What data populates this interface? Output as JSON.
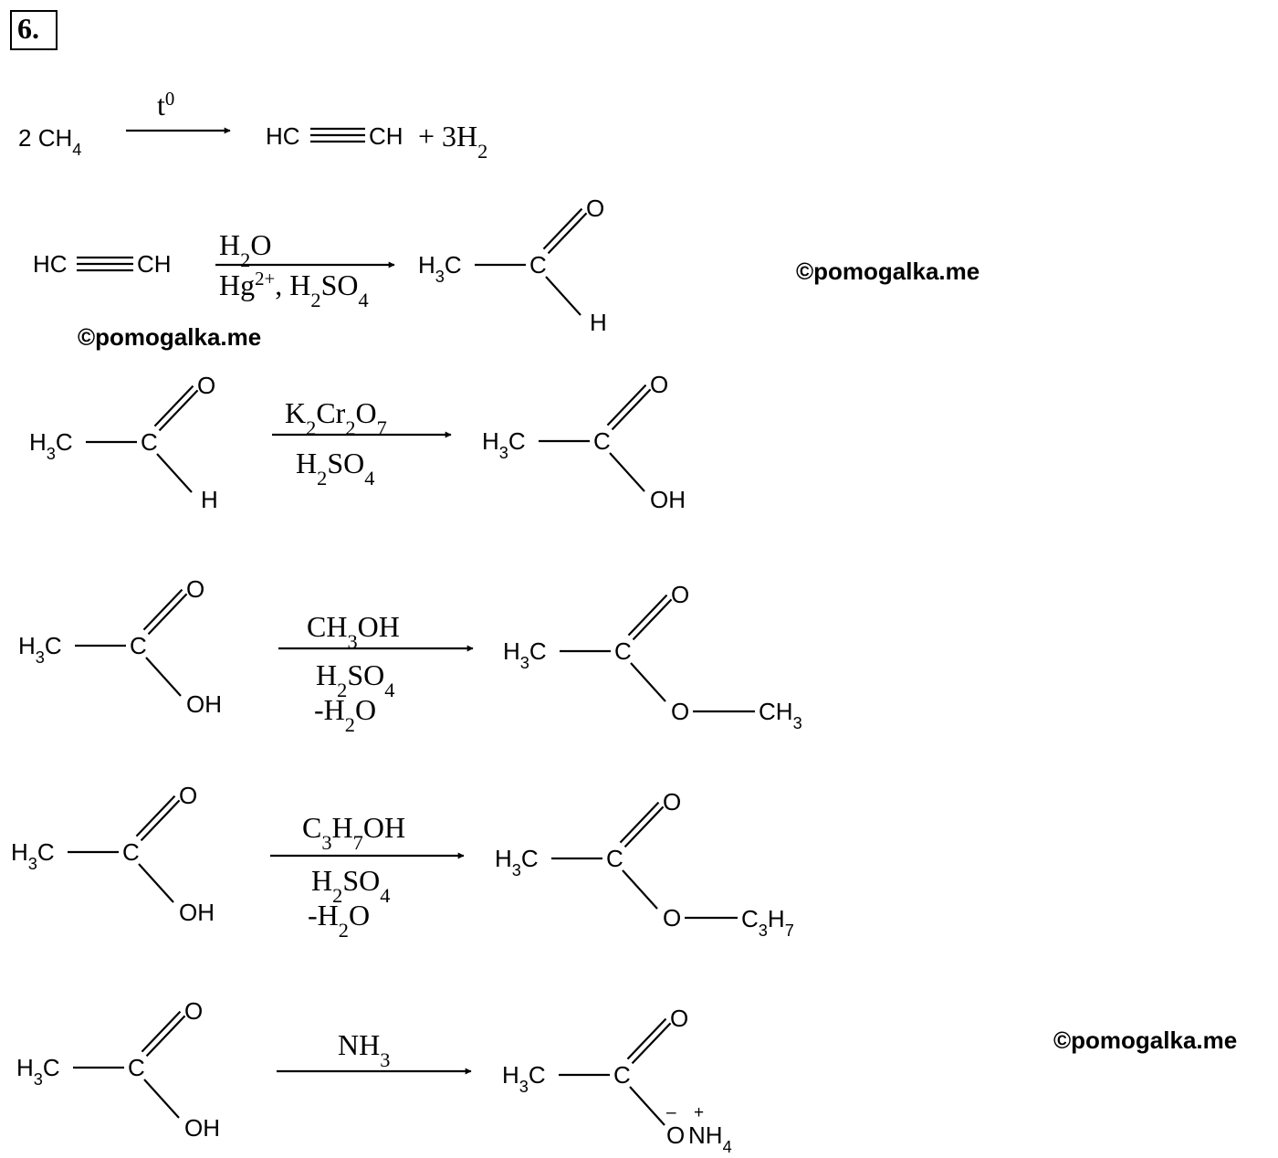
{
  "task_number": "6.",
  "watermark": "©pomogalka.me",
  "r1": {
    "lhs_coef": "2",
    "lhs_formula": "CH",
    "lhs_sub": "4",
    "condition": "t",
    "condition_sup": "0",
    "prod_left": "HC",
    "prod_right": "CH",
    "byprod": "+ 3H",
    "byprod_sub": "2"
  },
  "r2": {
    "lhs_left": "HC",
    "lhs_right": "CH",
    "top_cond": "H2O",
    "bottom_cond_1": "Hg",
    "bottom_cond_sup": "2+",
    "bottom_cond_2": ", H2SO4"
  },
  "r3": {
    "top_cond": "K2Cr2O7",
    "bottom_cond": "H2SO4"
  },
  "r4": {
    "top_cond": "CH3OH",
    "bottom_cond_1": "H2SO4",
    "bottom_cond_2": "-H2O"
  },
  "r5": {
    "top_cond": "C3H7OH",
    "bottom_cond_1": "H2SO4",
    "bottom_cond_2": "-H2O"
  },
  "r6": {
    "top_cond": "NH3"
  },
  "atoms": {
    "h3c": "H",
    "h3c_sub": "3",
    "c_tail": "C",
    "carbon": "C",
    "oxygen": "O",
    "hydrogen": "H",
    "hydroxyl": "OH",
    "ester_o": "O",
    "methyl": "CH",
    "methyl_sub": "3",
    "propyl_1": "C",
    "propyl_sub1": "3",
    "propyl_2": "H",
    "propyl_sub2": "7",
    "anion_o": "O",
    "minus": "–",
    "plus": "+",
    "ammonium": "NH",
    "ammonium_sub": "4"
  }
}
